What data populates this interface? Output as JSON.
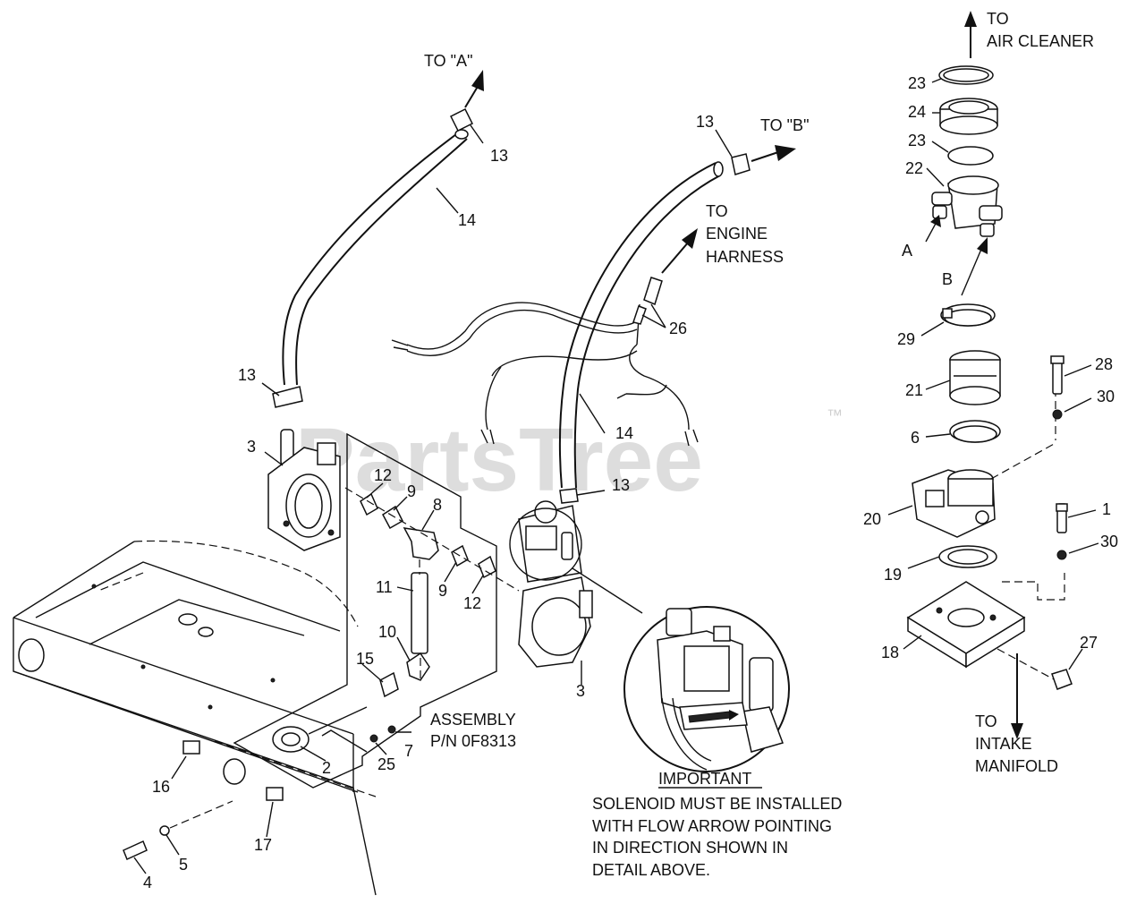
{
  "watermark": "PartsTree",
  "trademark": "™",
  "callouts": {
    "to_a": "TO \"A\"",
    "to_b": "TO \"B\"",
    "to_air_cleaner_1": "TO",
    "to_air_cleaner_2": "AIR CLEANER",
    "to_engine_harness_1": "TO",
    "to_engine_harness_2": "ENGINE",
    "to_engine_harness_3": "HARNESS",
    "to_intake_manifold_1": "TO",
    "to_intake_manifold_2": "INTAKE",
    "to_intake_manifold_3": "MANIFOLD",
    "assembly_1": "ASSEMBLY",
    "assembly_2": "P/N 0F8313",
    "port_a": "A",
    "port_b": "B"
  },
  "note": {
    "title": "IMPORTANT",
    "line1": "SOLENOID MUST BE INSTALLED",
    "line2": "WITH FLOW ARROW POINTING",
    "line3": "IN DIRECTION SHOWN IN",
    "line4": "DETAIL ABOVE."
  },
  "part_numbers": {
    "p1": "1",
    "p2": "2",
    "p3a": "3",
    "p3b": "3",
    "p4": "4",
    "p5": "5",
    "p6": "6",
    "p7": "7",
    "p8": "8",
    "p9a": "9",
    "p9b": "9",
    "p10": "10",
    "p11": "11",
    "p12a": "12",
    "p12b": "12",
    "p13a": "13",
    "p13b": "13",
    "p13c": "13",
    "p13d": "13",
    "p14a": "14",
    "p14b": "14",
    "p15": "15",
    "p16": "16",
    "p17": "17",
    "p18": "18",
    "p19": "19",
    "p20": "20",
    "p21": "21",
    "p22": "22",
    "p23a": "23",
    "p23b": "23",
    "p24": "24",
    "p25": "25",
    "p26": "26",
    "p27": "27",
    "p28": "28",
    "p29": "29",
    "p30a": "30",
    "p30b": "30"
  }
}
